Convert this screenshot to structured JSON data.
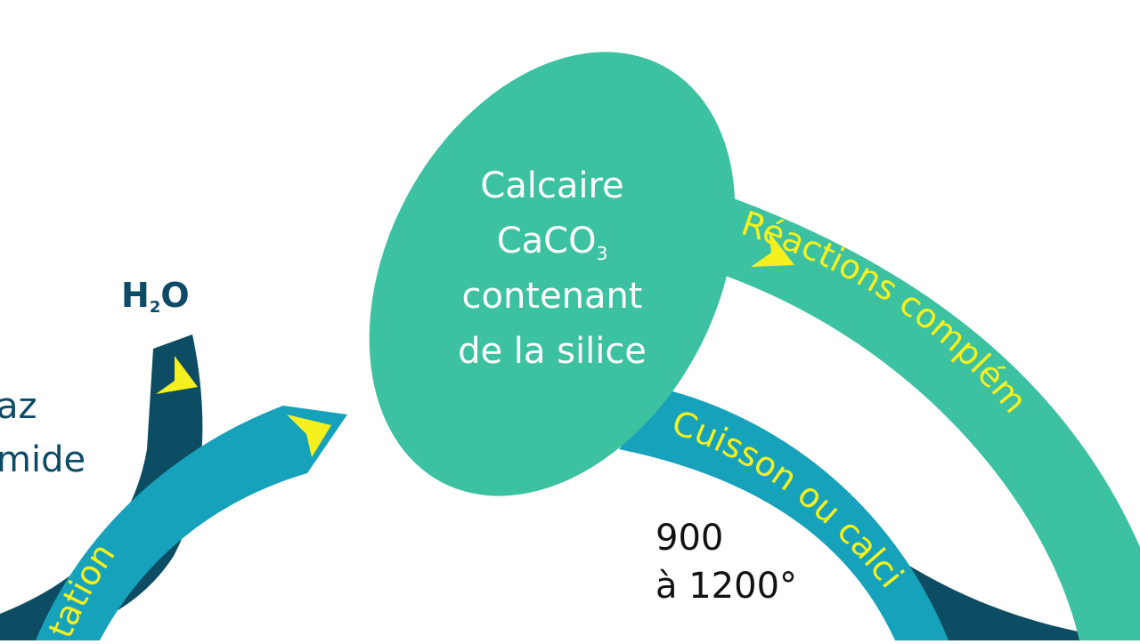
{
  "colors": {
    "green": "#3cc1a1",
    "teal": "#17a2bc",
    "navy": "#0d4d63",
    "yellow": "#f5f01e",
    "dark_text": "#0c4a66"
  },
  "node": {
    "line1": "Calcaire",
    "line2_main": "CaCO",
    "line2_sub": "3",
    "line3": "contenant",
    "line4": "de la silice"
  },
  "arrows": {
    "reactions": "Réactions complém",
    "cuisson": "Cuisson ou calci",
    "carbonatation": "tation"
  },
  "labels": {
    "h2o_main_h": "H",
    "h2o_sub": "2",
    "h2o_main_o": "O",
    "gaz": "az",
    "mide": "mide",
    "temp_line1": "900",
    "temp_line2": "à 1200°"
  }
}
